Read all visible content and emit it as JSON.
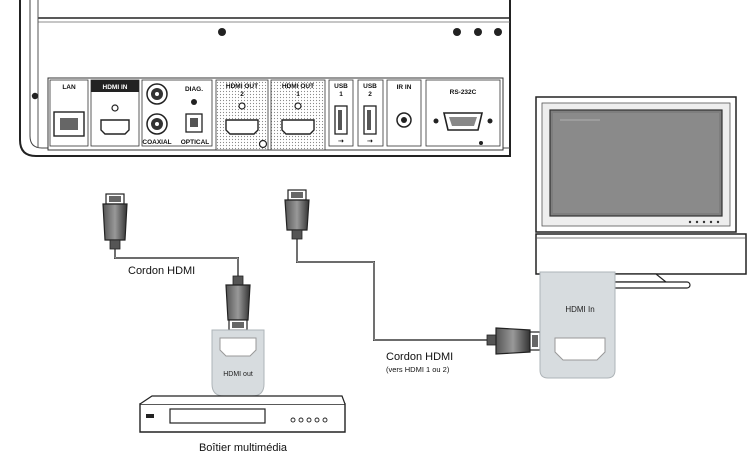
{
  "panel": {
    "ports": {
      "lan": "LAN",
      "hdmi_in": "HDMI IN",
      "diag": "DIAG.",
      "coaxial": "COAXIAL",
      "optical": "OPTICAL",
      "hdmi_out_2_line1": "HDMI OUT",
      "hdmi_out_2_line2": "2",
      "hdmi_out_1_line1": "HDMI OUT",
      "hdmi_out_1_line2": "1",
      "usb1_line1": "USB",
      "usb1_line2": "1",
      "usb2_line1": "USB",
      "usb2_line2": "2",
      "ir_in": "IR IN",
      "rs232c": "RS-232C"
    }
  },
  "cables": {
    "cable1_label": "Cordon HDMI",
    "cable2_label": "Cordon HDMI",
    "cable2_sublabel": "(vers HDMI 1 ou 2)"
  },
  "tv": {
    "input_label": "HDMI In"
  },
  "media_box": {
    "output_label": "HDMI out",
    "caption": "Boîtier multimédia"
  },
  "colors": {
    "outline": "#2a2a2a",
    "panel_fill": "#ffffff",
    "connector_tag": "#d7dcdf",
    "dark_plug": "#3a3a3a"
  }
}
